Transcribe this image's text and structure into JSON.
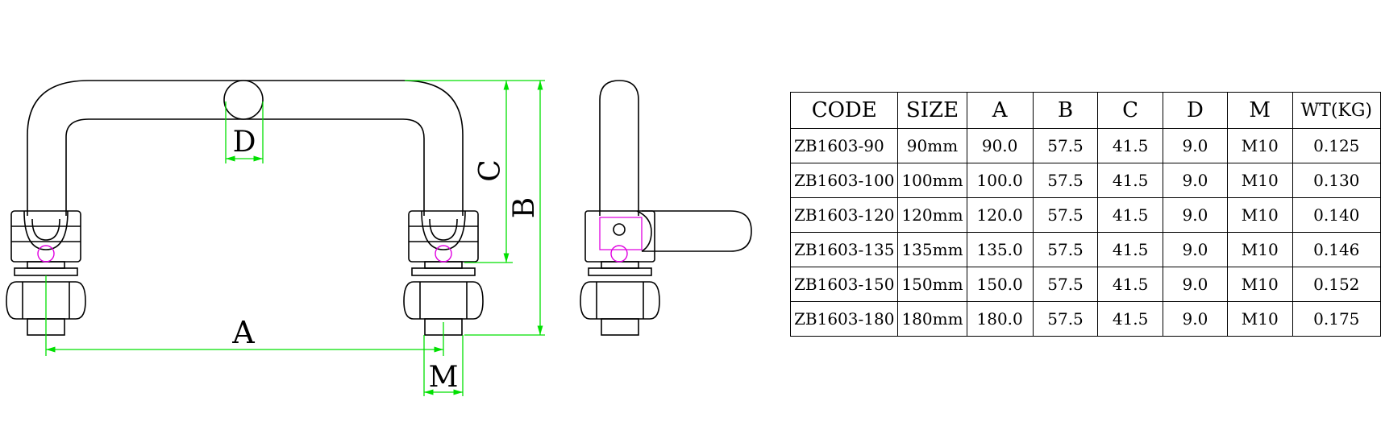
{
  "dimension_labels": {
    "A": "A",
    "B": "B",
    "C": "C",
    "D": "D",
    "M": "M"
  },
  "colors": {
    "dimension": "#00e000",
    "hidden_feature": "#e000e0",
    "outline": "#000000"
  },
  "table": {
    "headers": [
      "CODE",
      "SIZE",
      "A",
      "B",
      "C",
      "D",
      "M",
      "WT(KG)"
    ],
    "rows": [
      [
        "ZB1603-90",
        "90mm",
        "90.0",
        "57.5",
        "41.5",
        "9.0",
        "M10",
        "0.125"
      ],
      [
        "ZB1603-100",
        "100mm",
        "100.0",
        "57.5",
        "41.5",
        "9.0",
        "M10",
        "0.130"
      ],
      [
        "ZB1603-120",
        "120mm",
        "120.0",
        "57.5",
        "41.5",
        "9.0",
        "M10",
        "0.140"
      ],
      [
        "ZB1603-135",
        "135mm",
        "135.0",
        "57.5",
        "41.5",
        "9.0",
        "M10",
        "0.146"
      ],
      [
        "ZB1603-150",
        "150mm",
        "150.0",
        "57.5",
        "41.5",
        "9.0",
        "M10",
        "0.152"
      ],
      [
        "ZB1603-180",
        "180mm",
        "180.0",
        "57.5",
        "41.5",
        "9.0",
        "M10",
        "0.175"
      ]
    ]
  }
}
